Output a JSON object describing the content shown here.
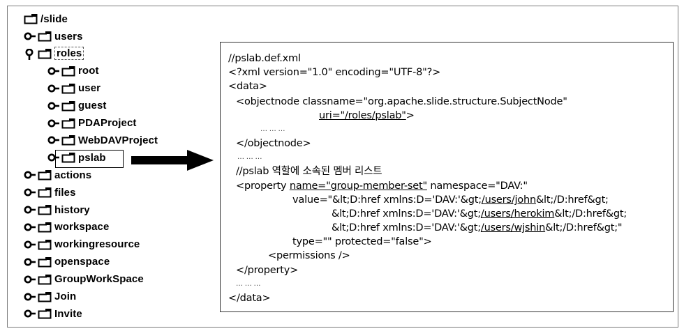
{
  "tree": {
    "root": "/slide",
    "items": [
      {
        "label": "users",
        "level": 1,
        "expanded": false
      },
      {
        "label": "roles",
        "level": 1,
        "expanded": true
      },
      {
        "label": "root",
        "level": 2,
        "expanded": false
      },
      {
        "label": "user",
        "level": 2,
        "expanded": false
      },
      {
        "label": "guest",
        "level": 2,
        "expanded": false
      },
      {
        "label": "PDAProject",
        "level": 2,
        "expanded": false
      },
      {
        "label": "WebDAVProject",
        "level": 2,
        "expanded": false
      },
      {
        "label": "pslab",
        "level": 2,
        "expanded": false
      },
      {
        "label": "actions",
        "level": 1,
        "expanded": false
      },
      {
        "label": "files",
        "level": 1,
        "expanded": false
      },
      {
        "label": "history",
        "level": 1,
        "expanded": false
      },
      {
        "label": "workspace",
        "level": 1,
        "expanded": false
      },
      {
        "label": "workingresource",
        "level": 1,
        "expanded": false
      },
      {
        "label": "openspace",
        "level": 1,
        "expanded": false
      },
      {
        "label": "GroupWorkSpace",
        "level": 1,
        "expanded": false
      },
      {
        "label": "Join",
        "level": 1,
        "expanded": false
      },
      {
        "label": "Invite",
        "level": 1,
        "expanded": false
      }
    ]
  },
  "code": {
    "l1": "//pslab.def.xml",
    "l2": "<?xml version=\"1.0\" encoding=\"UTF-8\"?>",
    "l3": "<data>",
    "l4": "<objectnode classname=\"org.apache.slide.structure.SubjectNode\"",
    "l5": "uri=\"/roles/pslab\"",
    "l5b": ">",
    "l6": "… … …",
    "l7": "</objectnode>",
    "l8": "… … …",
    "l9": "//pslab 역할에 소속된 멤버 리스트",
    "l10a": "<property ",
    "l10b": "name=\"group-member-set\"",
    "l10c": " namespace=\"DAV:\"",
    "l11a": "value=\"&lt;D:href xmlns:D='DAV:'&gt;",
    "l11b": "/users/john",
    "l11c": "&lt;/D:href&gt;",
    "l12a": "&lt;D:href xmlns:D='DAV:'&gt;",
    "l12b": "/users/herokim",
    "l12c": "&lt;/D:href&gt;",
    "l13a": "&lt;D:href xmlns:D='DAV:'&gt;",
    "l13b": "/users/wjshin",
    "l13c": "&lt;/D:href&gt;\"",
    "l14": "type=\"\" protected=\"false\">",
    "l15": "<permissions />",
    "l16": "</property>",
    "l17": "… … …",
    "l18": "</data>"
  }
}
